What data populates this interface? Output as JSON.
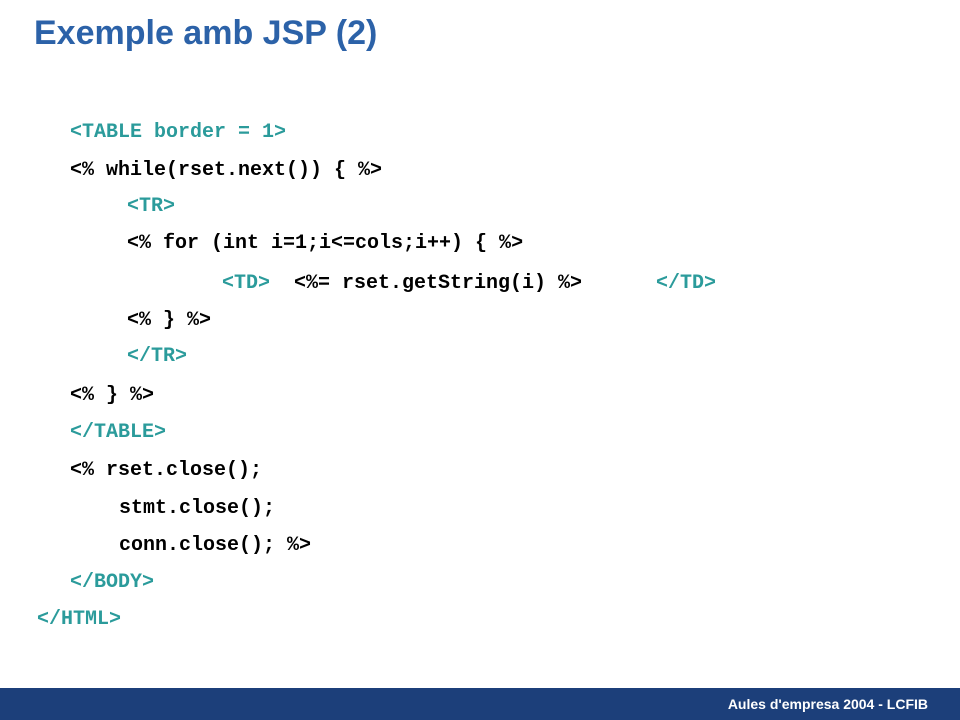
{
  "slide": {
    "title": "Exemple amb JSP (2)",
    "footer": "Aules d'empresa  2004 - LCFIB"
  },
  "code": {
    "l1": "<TABLE border = 1>",
    "l2": "<% while(rset.next()) { %>",
    "l3": "<TR>",
    "l4": "<% for (int i=1;i<=cols;i++) { %>",
    "l5a": "<TD>",
    "l5b": "<%= rset.getString(i) %>",
    "l5c": "</TD>",
    "l6": "<% } %>",
    "l7": "</TR>",
    "l8": "<% } %>",
    "l9": "</TABLE>",
    "l10": "<% rset.close();",
    "l11": "stmt.close();",
    "l12": "conn.close(); %>",
    "l13": "</BODY>",
    "l14": "</HTML>"
  },
  "colors": {
    "title": "#2c62a8",
    "html_tag": "#2b9b9b",
    "java_code": "#000000",
    "footer_bar": "#1c3f7a",
    "footer_text": "#ffffff"
  }
}
